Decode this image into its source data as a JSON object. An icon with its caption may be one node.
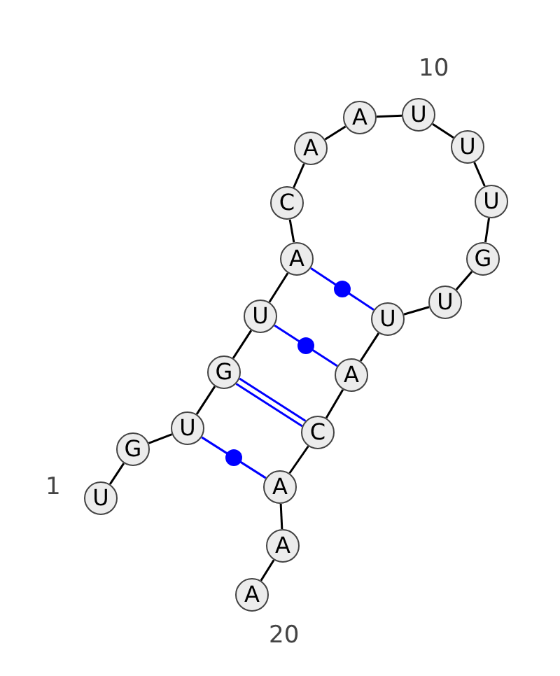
{
  "diagram": {
    "nodes": [
      {
        "text": [
          "U"
        ],
        "beside": [
          "1"
        ]
      },
      {
        "text": [
          "G"
        ]
      },
      {
        "text": [
          "U"
        ]
      },
      {
        "text": [
          "G"
        ]
      },
      {
        "text": [
          "U"
        ]
      },
      {
        "text": [
          "A"
        ]
      },
      {
        "text": [
          "C"
        ]
      },
      {
        "text": [
          "A"
        ]
      },
      {
        "text": [
          "A"
        ]
      },
      {
        "text": [
          "U"
        ],
        "beside": [
          "10"
        ]
      },
      {
        "text": [
          "U"
        ]
      },
      {
        "text": [
          "U"
        ]
      },
      {
        "text": [
          "G"
        ]
      },
      {
        "text": [
          "U"
        ]
      },
      {
        "text": [
          "U"
        ]
      },
      {
        "text": [
          "A"
        ]
      },
      {
        "text": [
          "C"
        ]
      },
      {
        "text": [
          "A"
        ]
      },
      {
        "text": [
          "A"
        ]
      },
      {
        "text": [
          "A"
        ],
        "beside": [
          "20"
        ]
      }
    ],
    "edges": [
      {
        "from": 0,
        "to": 1,
        "arrow": "none"
      },
      {
        "from": 1,
        "to": 2,
        "arrow": "none"
      },
      {
        "from": 2,
        "to": 3,
        "arrow": "none"
      },
      {
        "from": 3,
        "to": 4,
        "arrow": "none"
      },
      {
        "from": 4,
        "to": 5,
        "arrow": "none"
      },
      {
        "from": 5,
        "to": 6,
        "arrow": "none"
      },
      {
        "from": 6,
        "to": 7,
        "arrow": "none"
      },
      {
        "from": 7,
        "to": 8,
        "arrow": "none"
      },
      {
        "from": 8,
        "to": 9,
        "arrow": "none"
      },
      {
        "from": 9,
        "to": 10,
        "arrow": "none"
      },
      {
        "from": 10,
        "to": 11,
        "arrow": "none"
      },
      {
        "from": 11,
        "to": 12,
        "arrow": "none"
      },
      {
        "from": 12,
        "to": 13,
        "arrow": "none"
      },
      {
        "from": 13,
        "to": 14,
        "arrow": "none"
      },
      {
        "from": 14,
        "to": 15,
        "arrow": "none"
      },
      {
        "from": 15,
        "to": 16,
        "arrow": "none"
      },
      {
        "from": 16,
        "to": 17,
        "arrow": "none"
      },
      {
        "from": 17,
        "to": 18,
        "arrow": "none"
      },
      {
        "from": 18,
        "to": 19,
        "arrow": "none"
      },
      {
        "from": 2,
        "to": 17,
        "arrow": "none",
        "color": "#0000ff"
      },
      {
        "from": 3,
        "to": 16,
        "arrow": "none",
        "color": "#0000ff"
      },
      {
        "from": 4,
        "to": 15,
        "arrow": "none",
        "color": "#0000ff"
      },
      {
        "from": 5,
        "to": 14,
        "arrow": "none",
        "color": "#0000ff"
      }
    ]
  }
}
